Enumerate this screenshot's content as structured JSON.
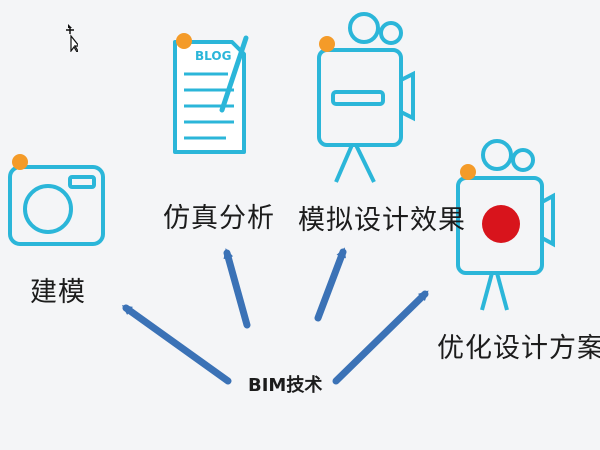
{
  "labels": {
    "modeling": "建模",
    "simulation": "仿真分析",
    "simulate_effect": "模拟设计效果",
    "optimize": "优化设计方案",
    "center": "BIM技术"
  },
  "icons": {
    "blog_text": "BLOG"
  },
  "colors": {
    "icon_stroke": "#2bb6d9",
    "dot_orange": "#f49b29",
    "arrow_blue": "#3b72b6",
    "record_red": "#d8141c",
    "text": "#1c1c1c",
    "background": "#f4f5f7"
  }
}
